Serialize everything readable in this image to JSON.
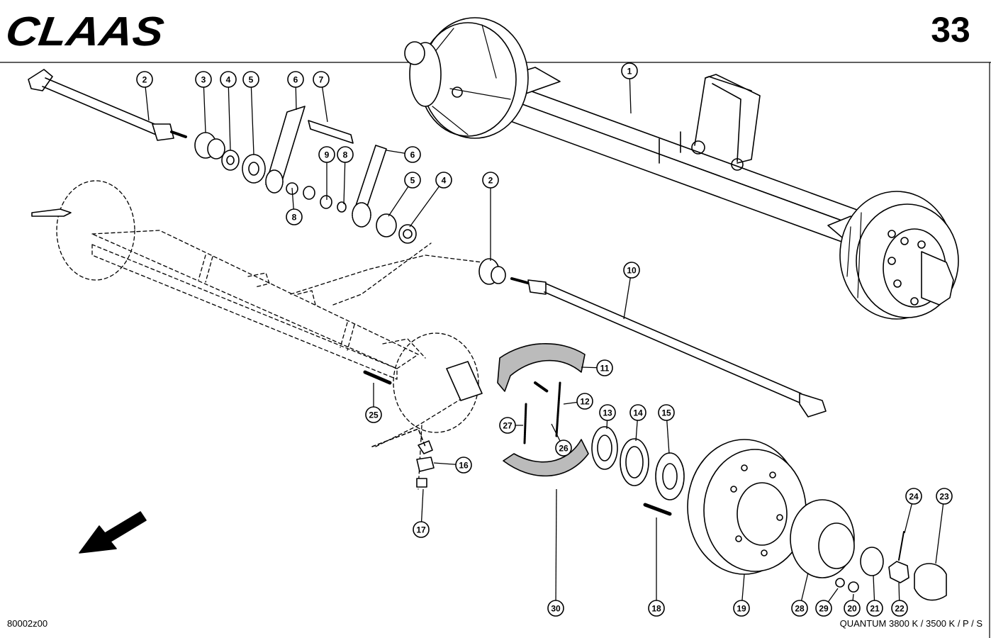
{
  "header": {
    "brand": "CLAAS",
    "page_number": "33"
  },
  "footer": {
    "drawing_number": "80002z00",
    "model": "QUANTUM 3800 K / 3500 K / P / S"
  },
  "callouts": [
    "1",
    "2",
    "3",
    "4",
    "5",
    "6",
    "7",
    "9",
    "8",
    "6",
    "2",
    "5",
    "4",
    "8",
    "10",
    "11",
    "12",
    "13",
    "14",
    "15",
    "27",
    "26",
    "25",
    "16",
    "17",
    "24",
    "23",
    "30",
    "18",
    "19",
    "28",
    "29",
    "20",
    "21",
    "22"
  ],
  "colors": {
    "ink": "#000000",
    "paper": "#ffffff",
    "shade": "#777777"
  },
  "icons": {
    "direction_arrow": "arrow-down-left-icon"
  }
}
